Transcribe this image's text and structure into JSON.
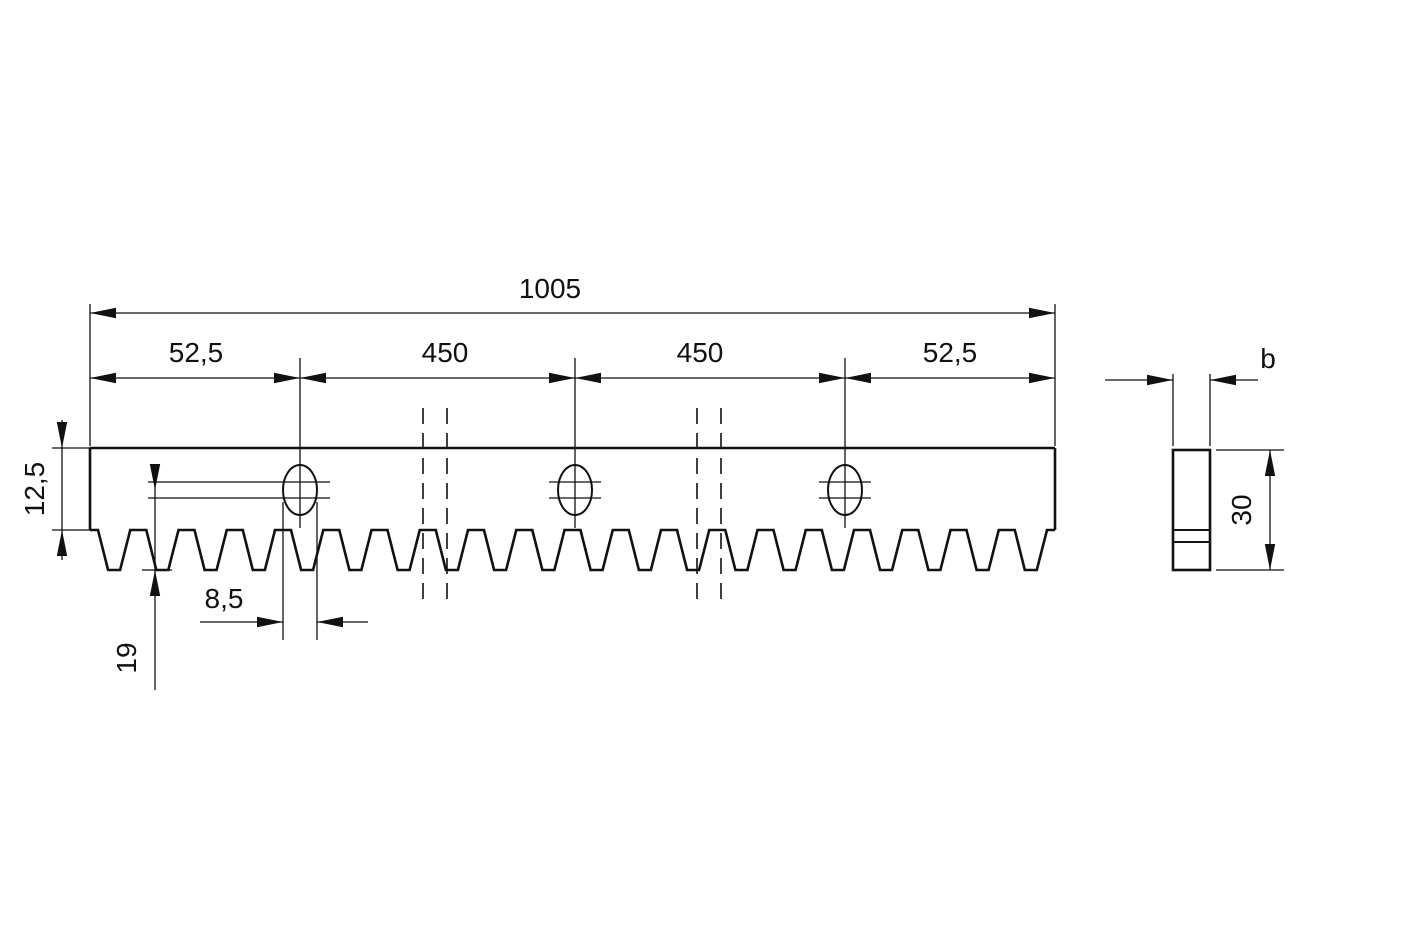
{
  "drawing": {
    "colors": {
      "line": "#111111",
      "background": "#ffffff"
    },
    "dimensions": {
      "total_length": "1005",
      "left_hole_offset": "52,5",
      "hole_spacing_1": "450",
      "hole_spacing_2": "450",
      "right_hole_offset": "52,5",
      "top_to_root": "12,5",
      "center_to_tip": "19",
      "slot_width": "8,5",
      "thickness": "b",
      "side_height": "30"
    }
  }
}
